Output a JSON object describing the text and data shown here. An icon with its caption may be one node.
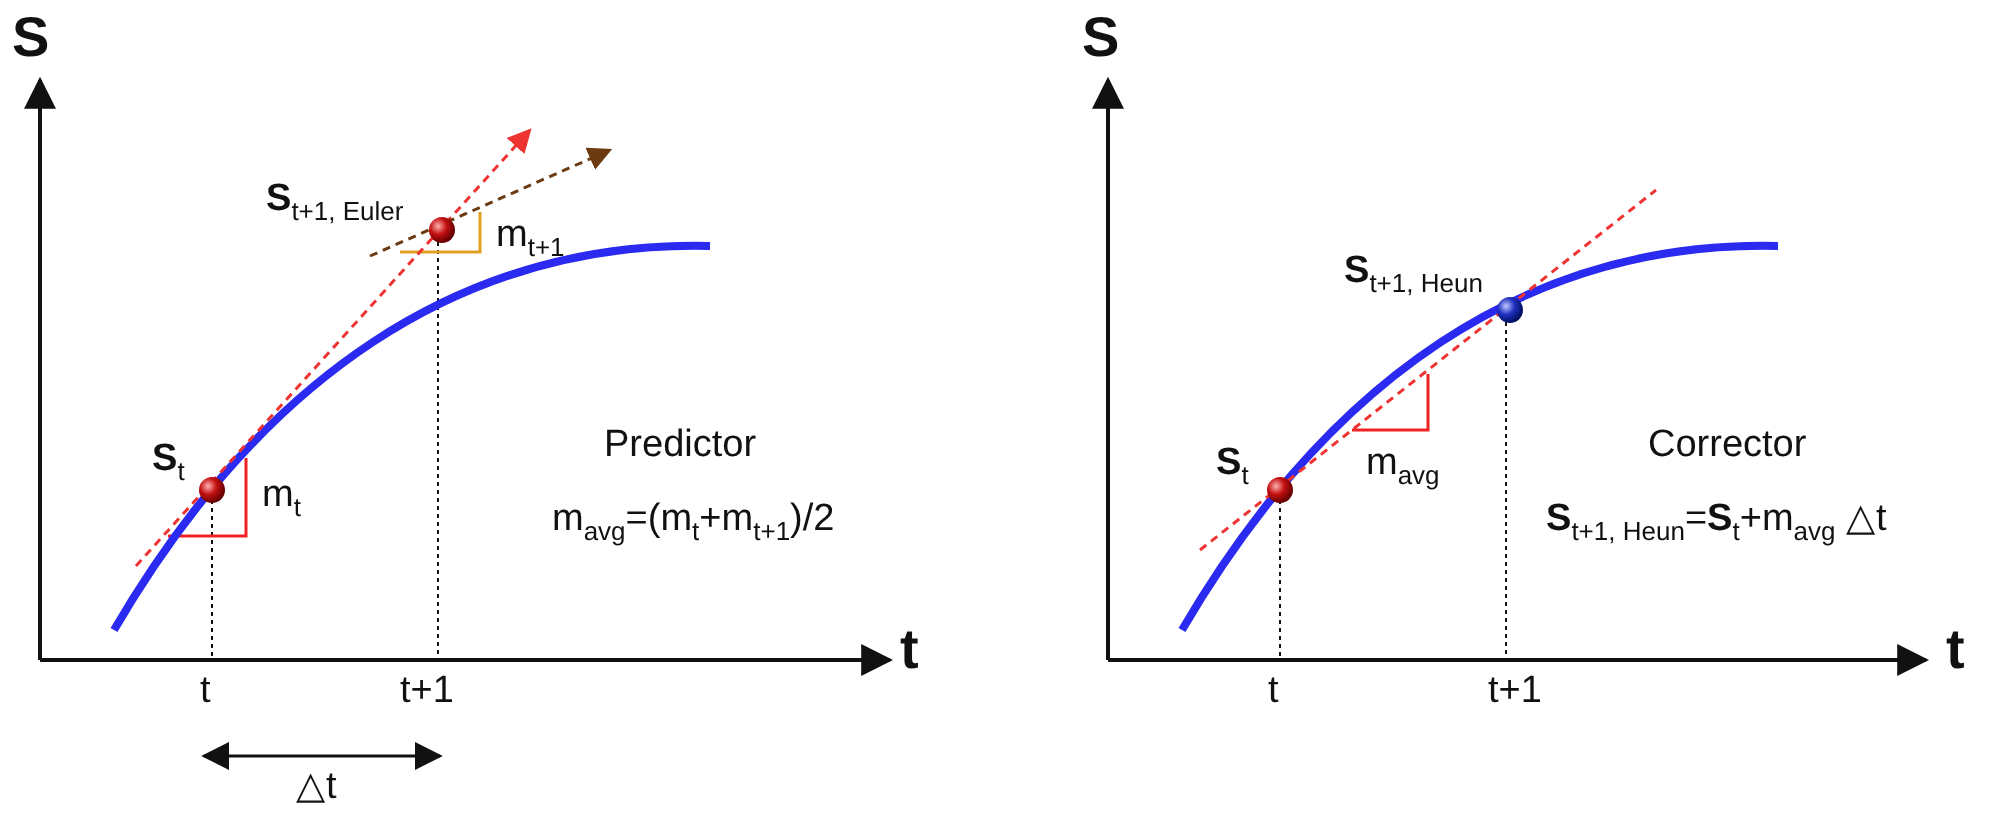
{
  "diagram": {
    "labels": [
      "S",
      "**S**$_{t+1, Euler}$",
      "m$_{t+1}$",
      "Predictor",
      "**S**$_{t}$",
      "m$_{t}$",
      "m$_{avg}$=(m$_{t}$+m$_{t+1}$)/2",
      "t",
      "t",
      "t+1",
      "△t",
      "S",
      "**S**$_{t+1, Heun}$",
      "Corrector",
      "**S**$_{t}$",
      "m$_{avg}$",
      "**S**$_{t+1, Heun}$=**S**$_{t}$+m$_{avg}$ △t",
      "t",
      "t",
      "t+1"
    ]
  }
}
